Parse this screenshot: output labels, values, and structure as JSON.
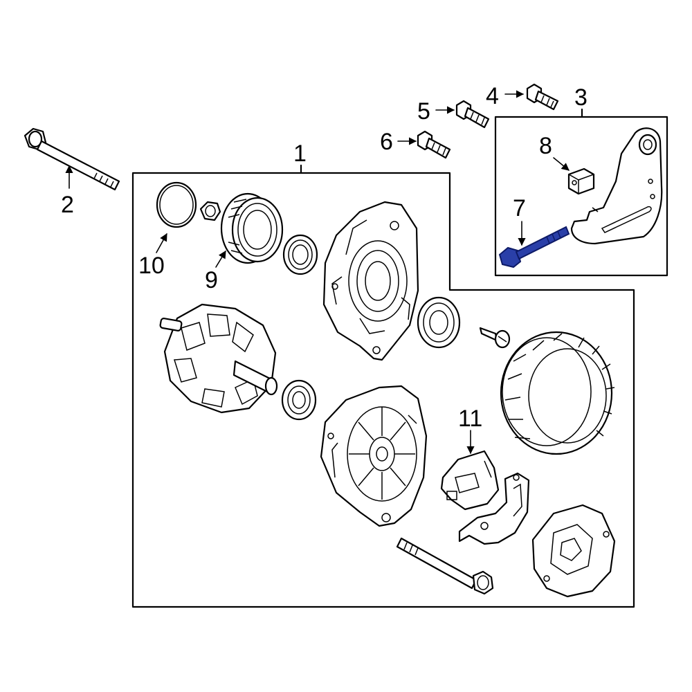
{
  "callouts": {
    "c1": "1",
    "c2": "2",
    "c3": "3",
    "c4": "4",
    "c5": "5",
    "c6": "6",
    "c7": "7",
    "c8": "8",
    "c9": "9",
    "c10": "10",
    "c11": "11"
  },
  "colors": {
    "line": "#000000",
    "highlight_fill": "#2a3fa8",
    "highlight_stroke": "#0d1a66",
    "background": "#ffffff"
  }
}
